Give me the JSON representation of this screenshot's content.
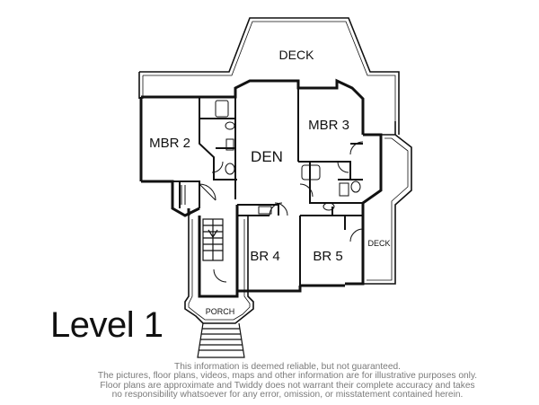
{
  "rooms": {
    "deck_top": "DECK",
    "mbr2": "MBR 2",
    "den": "DEN",
    "mbr3": "MBR 3",
    "br4": "BR 4",
    "br5": "BR 5",
    "deck_right": "DECK",
    "porch": "PORCH"
  },
  "level_title": "Level 1",
  "disclaimer": [
    "This information is deemed reliable, but not guaranteed.",
    "The pictures, floor plans, videos, maps and other information are for illustrative purposes only.",
    "Floor plans are approximate and Twiddy does not warrant their complete accuracy and takes",
    "no responsibility whatsoever for any error, omission, or misstatement contained herein."
  ]
}
